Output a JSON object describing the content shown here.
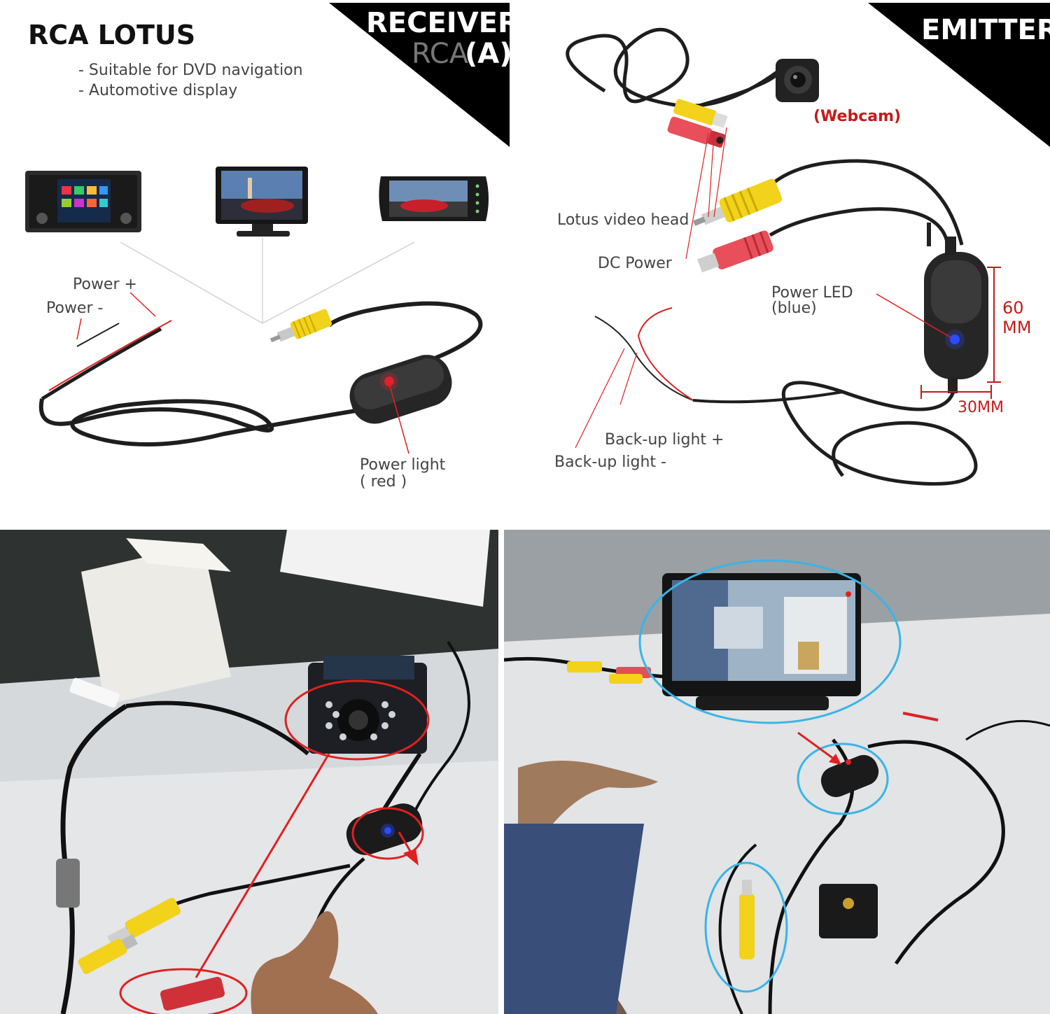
{
  "receiver": {
    "title": "RCA LOTUS",
    "banner": "RECEIVER",
    "banner_sub_light": "RCA",
    "banner_sub_bold": "(A)",
    "features": [
      "- Suitable for DVD navigation",
      "- Automotive display"
    ],
    "labels": {
      "power_plus": "Power +",
      "power_minus": "Power -",
      "power_light_line1": "Power light",
      "power_light_line2": "( red )"
    }
  },
  "emitter": {
    "banner": "EMITTER",
    "labels": {
      "webcam": "(Webcam)",
      "lotus_video_head": "Lotus video head",
      "dc_power": "DC   Power",
      "power_led_line1": "Power LED",
      "power_led_line2": "(blue)",
      "height_line1": "60",
      "height_line2": "MM",
      "width": "30MM",
      "backup_plus": "Back-up light +",
      "backup_minus": "Back-up light -"
    }
  },
  "colors": {
    "rca_yellow": "#f2d21a",
    "power_red_plug": "#e84f5a",
    "cable_black": "#1e1e1e",
    "led_red": "#e0202a",
    "led_blue": "#2a4cff",
    "annotation_red": "#e02020",
    "annotation_cyan": "#3ab4e6",
    "measure_red": "#c41a1a"
  }
}
